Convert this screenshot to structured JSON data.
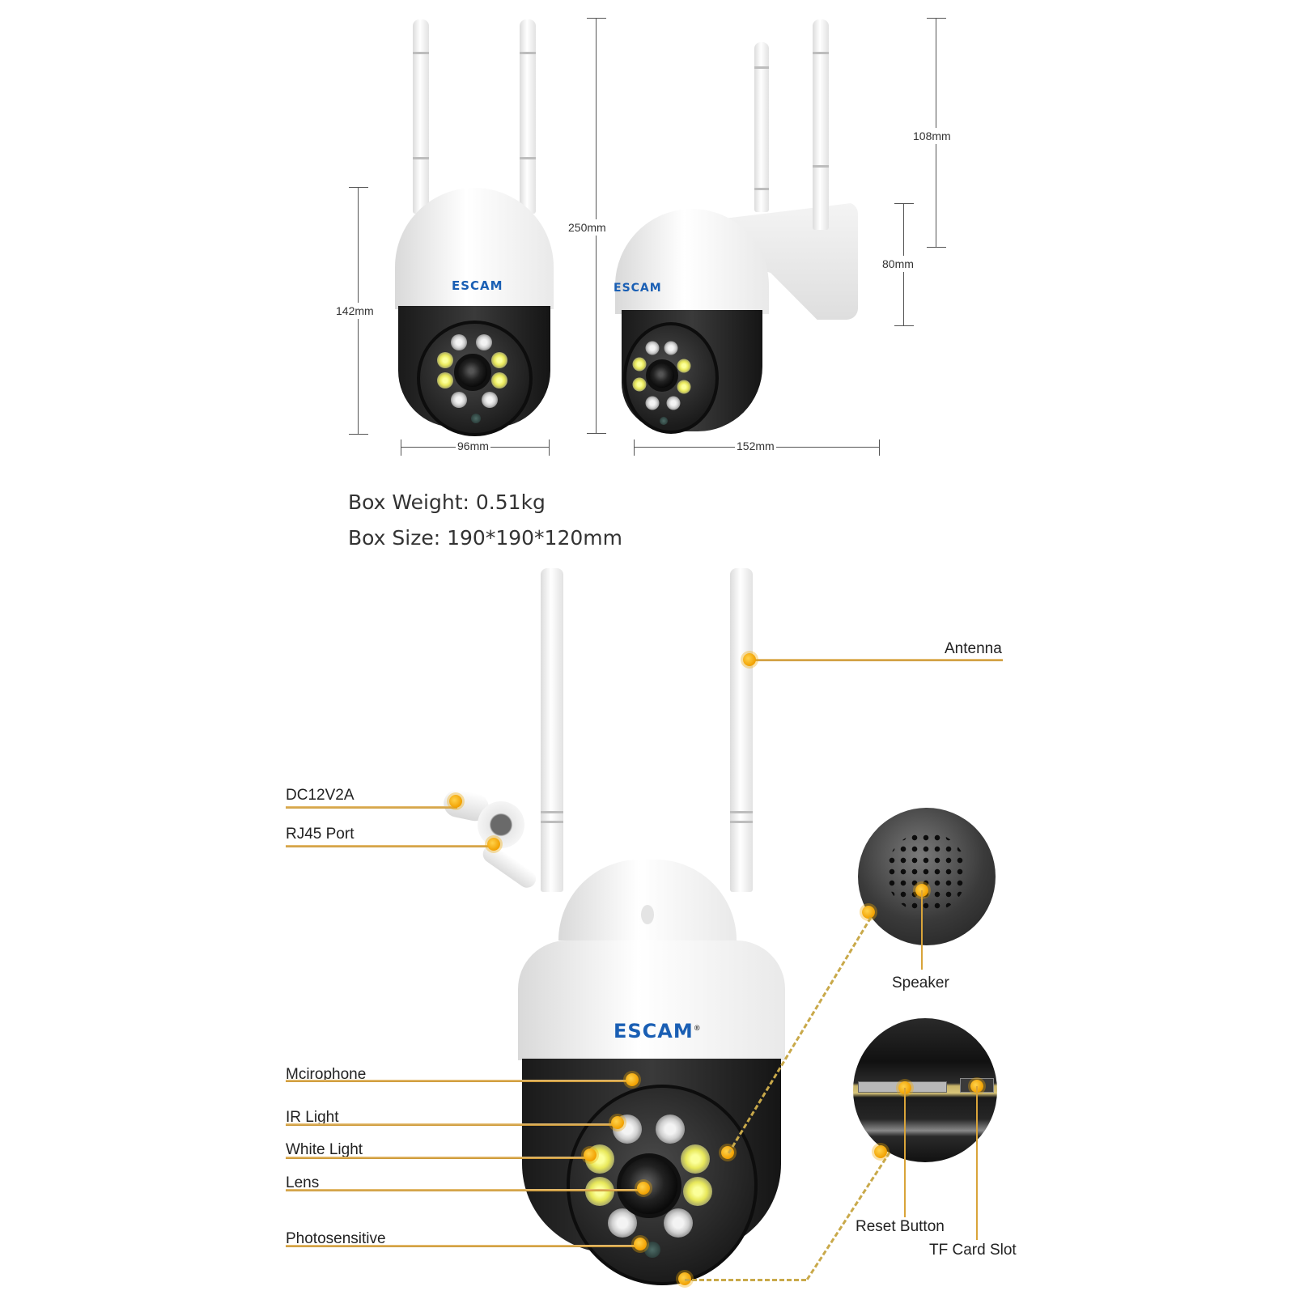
{
  "dimensions": {
    "front_height": "142mm",
    "total_height": "250mm",
    "front_width": "96mm",
    "side_width": "152mm",
    "antenna_height": "108mm",
    "mount_height": "80mm"
  },
  "specs": {
    "box_weight_label": "Box Weight:",
    "box_weight_value": "0.51kg",
    "box_size_label": "Box Size:",
    "box_size_value": "190*190*120mm"
  },
  "brand": {
    "logo_text": "ESCAM",
    "registered_mark": "®",
    "logo_color": "#1a5fb4"
  },
  "callouts": {
    "antenna": "Antenna",
    "dc_power": "DC12V2A",
    "rj45": "RJ45 Port",
    "microphone": "Mcirophone",
    "ir_light": "IR Light",
    "white_light": "White Light",
    "lens": "Lens",
    "photosensitive": "Photosensitive",
    "speaker": "Speaker",
    "reset_button": "Reset Button",
    "tf_card_slot": "TF Card Slot"
  },
  "colors": {
    "callout_accent": "#f1a000",
    "callout_line": "#d9a43a",
    "dimension_line": "#555555"
  }
}
